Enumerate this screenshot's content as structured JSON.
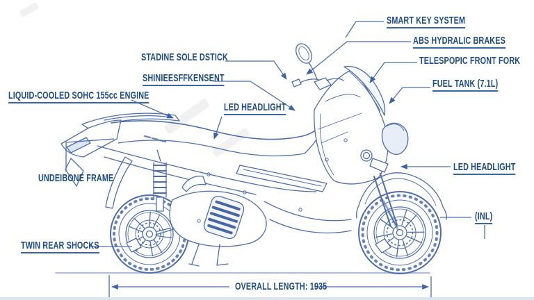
{
  "diagram": {
    "subject": "scooter-parts-schematic",
    "labels": {
      "smart_key": "SMART KEY SYSTEM",
      "abs_brakes": "ABS HYDRALIC BRAKES",
      "front_fork": "TELESPOPIC FRONT FORK",
      "fuel_tank": "FUEL TANK (7.1L)",
      "side_stick": "STADINE SOLE DSTICK",
      "garbled_mid": "SHINIEESFFKENSENT",
      "engine": "LIQUID-COOLED SOHC 155cc ENGINE",
      "headlight_mid": "LED HEADLIGHT",
      "frame": "UNDEIBONE FRAME",
      "rear_shocks": "TWIN REAR SHOCKS",
      "headlight_right": "LED HEADLIGHT",
      "inl": "(INL)",
      "overall_length": "OVERALL LENGTH: 1935"
    },
    "colors": {
      "line_blue": "#4d6cac",
      "label_navy": "#1c4a86",
      "underline_blue": "#3a65a5",
      "ground_gray_blue": "#93a9cc",
      "grille_dark": "#35589a",
      "background": "#ffffff"
    }
  }
}
